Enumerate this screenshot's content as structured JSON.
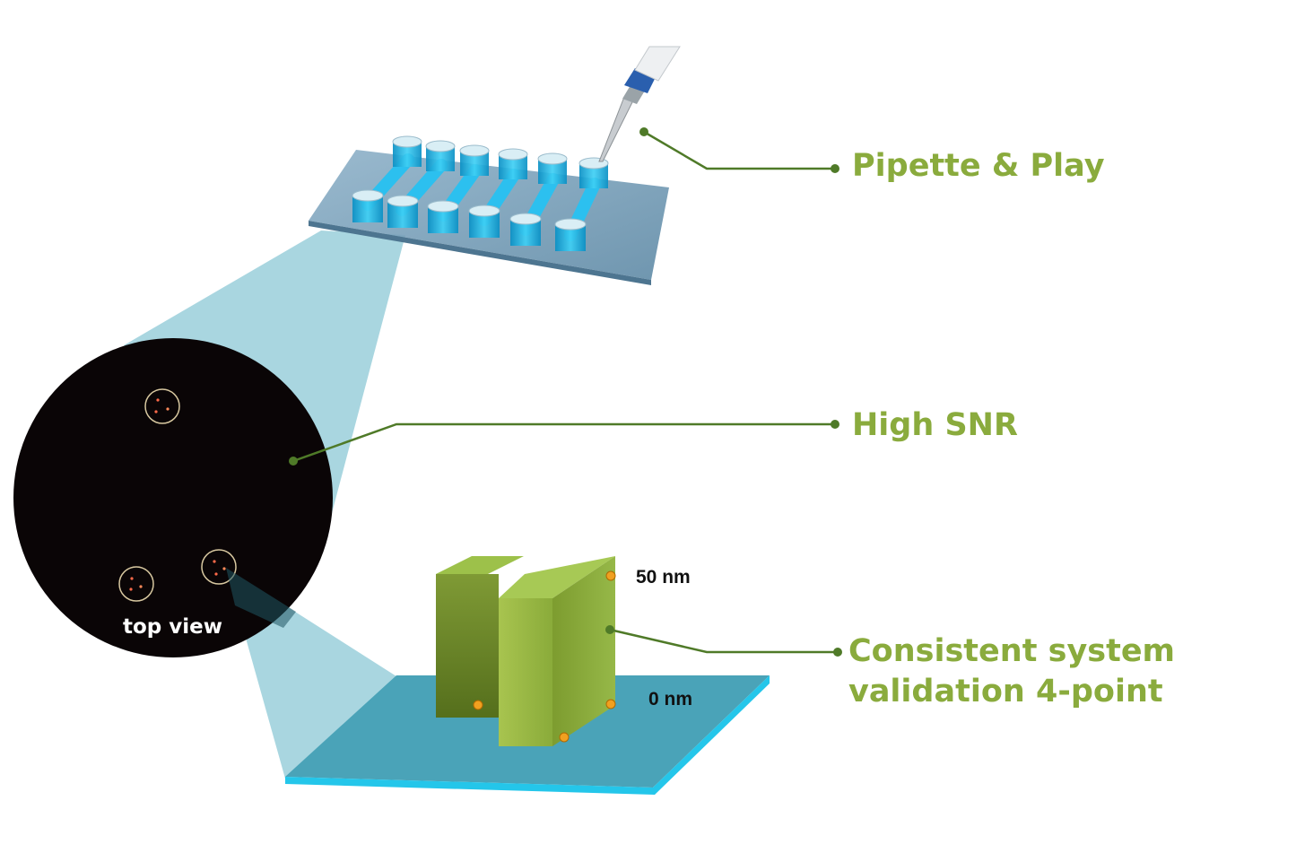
{
  "callouts": {
    "pipette": "Pipette & Play",
    "snr": "High SNR",
    "validation_line1": "Consistent system",
    "validation_line2": "validation 4-point"
  },
  "scale": {
    "top": "50 nm",
    "bottom": "0 nm"
  },
  "view_label": "top view",
  "colors": {
    "label_green": "#8aab3d",
    "leader_green": "#4f7a28",
    "well_blue": "#1fb8e6",
    "zoom_cone": "#a9d6e0",
    "substrate": "#4aa0b5",
    "block_green": "#8faf3e"
  }
}
